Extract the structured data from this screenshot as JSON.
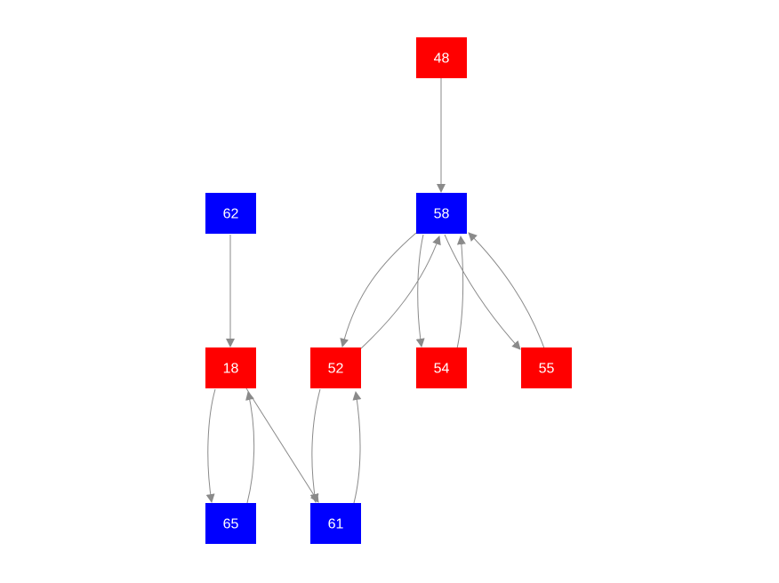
{
  "colors": {
    "red": "#ff0000",
    "blue": "#0000ff",
    "edge": "#8a8a8a",
    "label": "#ffffff",
    "background": "#ffffff"
  },
  "nodes": [
    {
      "id": "48",
      "label": "48",
      "color": "red"
    },
    {
      "id": "58",
      "label": "58",
      "color": "blue"
    },
    {
      "id": "62",
      "label": "62",
      "color": "blue"
    },
    {
      "id": "18",
      "label": "18",
      "color": "red"
    },
    {
      "id": "52",
      "label": "52",
      "color": "red"
    },
    {
      "id": "54",
      "label": "54",
      "color": "red"
    },
    {
      "id": "55",
      "label": "55",
      "color": "red"
    },
    {
      "id": "65",
      "label": "65",
      "color": "blue"
    },
    {
      "id": "61",
      "label": "61",
      "color": "blue"
    }
  ],
  "edges": [
    {
      "from": "48",
      "to": "58"
    },
    {
      "from": "62",
      "to": "18"
    },
    {
      "from": "58",
      "to": "52"
    },
    {
      "from": "52",
      "to": "58"
    },
    {
      "from": "58",
      "to": "54"
    },
    {
      "from": "54",
      "to": "58"
    },
    {
      "from": "58",
      "to": "55"
    },
    {
      "from": "55",
      "to": "58"
    },
    {
      "from": "18",
      "to": "65"
    },
    {
      "from": "65",
      "to": "18"
    },
    {
      "from": "18",
      "to": "61"
    },
    {
      "from": "61",
      "to": "52"
    },
    {
      "from": "52",
      "to": "61"
    }
  ]
}
